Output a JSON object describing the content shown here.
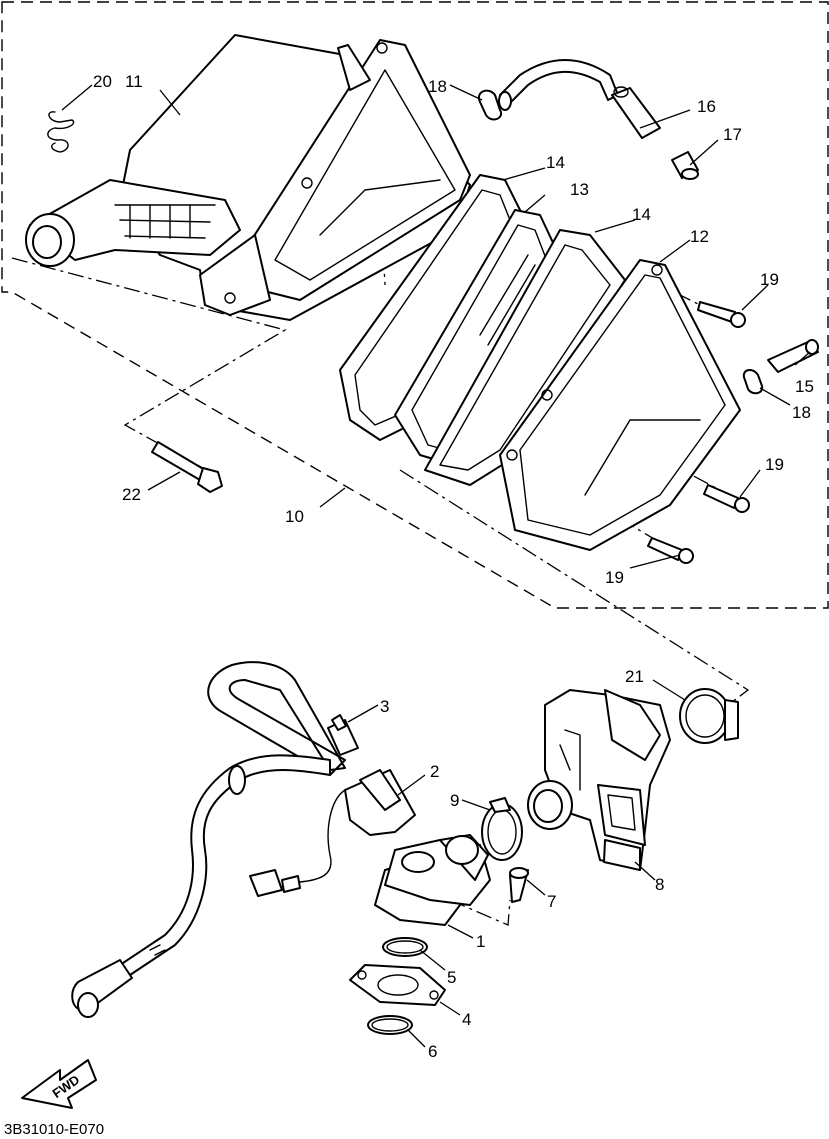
{
  "diagram": {
    "code": "3B31010-E070",
    "fwd_label": "FWD",
    "callouts": {
      "c1": "1",
      "c2": "2",
      "c3": "3",
      "c4": "4",
      "c5": "5",
      "c6": "6",
      "c7": "7",
      "c8": "8",
      "c9": "9",
      "c10": "10",
      "c11": "11",
      "c12": "12",
      "c13": "13",
      "c14a": "14",
      "c14b": "14",
      "c15": "15",
      "c16": "16",
      "c17": "17",
      "c18a": "18",
      "c18b": "18",
      "c19a": "19",
      "c19b": "19",
      "c19c": "19",
      "c20": "20",
      "c21": "21",
      "c22": "22"
    }
  }
}
